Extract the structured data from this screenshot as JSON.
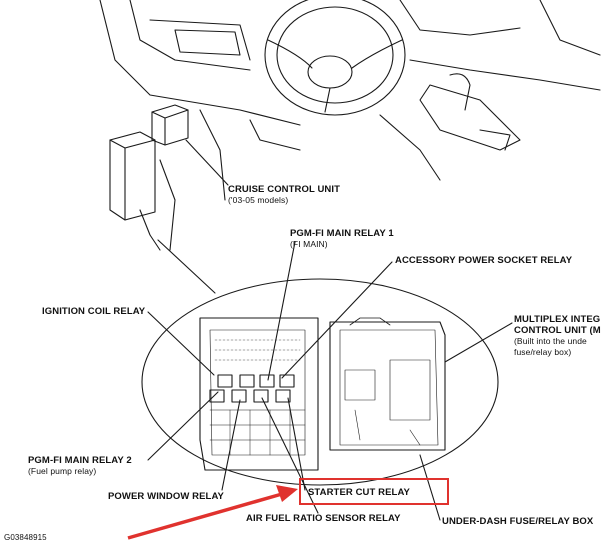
{
  "labels": {
    "cruise_control_unit": "CRUISE CONTROL UNIT",
    "cruise_control_models": "('03-05 models)",
    "pgm_fi_main_relay_1": "PGM-FI MAIN RELAY 1",
    "pgm_fi_main_relay_1_sub": "(FI MAIN)",
    "accessory_power_socket_relay": "ACCESSORY POWER SOCKET RELAY",
    "ignition_coil_relay": "IGNITION COIL RELAY",
    "multiplex_line1": "MULTIPLEX INTEG",
    "multiplex_line2": "CONTROL UNIT (M",
    "multiplex_line3": "(Built into the unde",
    "multiplex_line4": "fuse/relay box)",
    "pgm_fi_main_relay_2": "PGM-FI MAIN RELAY 2",
    "pgm_fi_main_relay_2_sub": "(Fuel pump relay)",
    "power_window_relay": "POWER WINDOW RELAY",
    "starter_cut_relay": "STARTER CUT RELAY",
    "air_fuel_ratio_sensor_relay": "AIR FUEL RATIO SENSOR RELAY",
    "under_dash_fuse_relay_box": "UNDER-DASH FUSE/RELAY BOX",
    "figure_code": "G03848915"
  },
  "colors": {
    "line": "#1a1a1a",
    "highlight": "#e0322e",
    "arrow": "#e0322e",
    "background": "#ffffff"
  }
}
